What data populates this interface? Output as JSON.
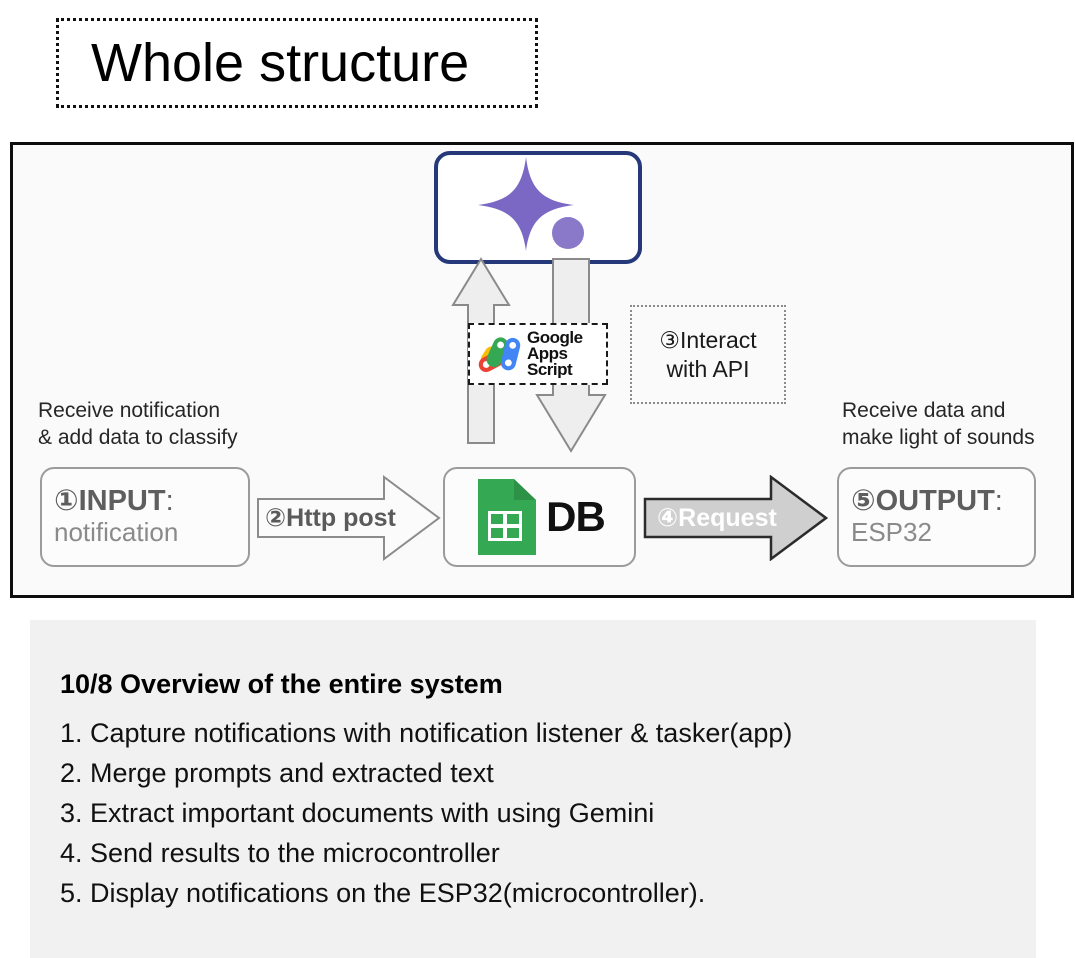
{
  "title": {
    "text": "Whole structure"
  },
  "diagram": {
    "gemini": {
      "icon_name": "gemini-sparkle-icon",
      "star_color": "#7b68c4",
      "dot_color": "#8a78c9",
      "border_color": "#24387a"
    },
    "apps_script": {
      "icon_name": "google-apps-script-icon",
      "line1": "Google",
      "line2": "Apps",
      "line3": "Script",
      "colors": [
        "#fbbc04",
        "#34a853",
        "#4285f4",
        "#ea4335"
      ]
    },
    "api_note": {
      "line1": "③Interact",
      "line2": "with API"
    },
    "captions": {
      "left": "Receive notification\n& add data to classify",
      "right": "Receive data and\nmake light of sounds"
    },
    "input_node": {
      "number": "①",
      "title": "INPUT",
      "colon": ":",
      "subtitle": "notification"
    },
    "db_node": {
      "icon_name": "google-sheets-icon",
      "label": "DB",
      "icon_color": "#34a853"
    },
    "output_node": {
      "number": "⑤",
      "title": "OUTPUT",
      "colon": ":",
      "subtitle": "ESP32"
    },
    "http_arrow": {
      "label": "②Http post",
      "fill": "#fbfbfb",
      "stroke": "#8c8c8c"
    },
    "request_arrow": {
      "label": "④Request",
      "fill": "#cfcfcf",
      "stroke": "#2b2b2b"
    },
    "vertical_arrows": {
      "up_name": "arrow-up-db-to-gemini",
      "down_name": "arrow-down-gemini-to-db",
      "fill": "#eeeeee",
      "stroke": "#8a8a8a"
    }
  },
  "summary": {
    "title": "10/8 Overview of the entire system",
    "items": [
      "1. Capture notifications with notification listener & tasker(app)",
      "2. Merge prompts and extracted text",
      "3. Extract important documents with using Gemini",
      "4. Send results to the microcontroller",
      "5. Display notifications on the ESP32(microcontroller)."
    ]
  }
}
